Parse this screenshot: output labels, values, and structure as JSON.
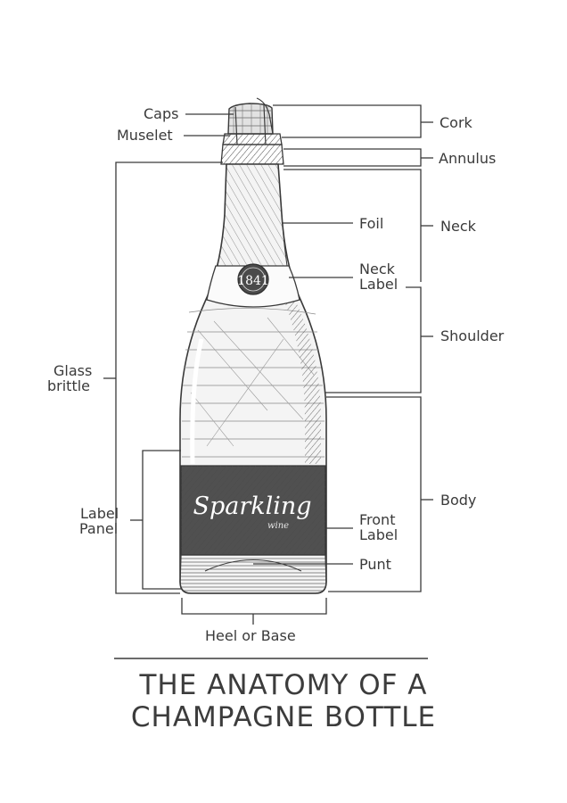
{
  "labels": {
    "caps": "Caps",
    "muselet": "Muselet",
    "cork": "Cork",
    "annulus": "Annulus",
    "foil": "Foil",
    "neck": "Neck",
    "neck_label_l1": "Neck",
    "neck_label_l2": "Label",
    "shoulder": "Shoulder",
    "glass_l1": "Glass",
    "glass_l2": "brittle",
    "label_panel_l1": "Label",
    "label_panel_l2": "Panel",
    "body": "Body",
    "front_label_l1": "Front",
    "front_label_l2": "Label",
    "punt": "Punt",
    "heel": "Heel or Base"
  },
  "bottle": {
    "neck_badge": "1841",
    "brand_script": "Sparkling",
    "brand_sub": "wine"
  },
  "title": {
    "line1": "THE ANATOMY OF A",
    "line2": "CHAMPAGNE BOTTLE"
  },
  "colors": {
    "ink": "#3a3a3a",
    "label_dark": "#4a4a4a",
    "background": "#ffffff"
  }
}
